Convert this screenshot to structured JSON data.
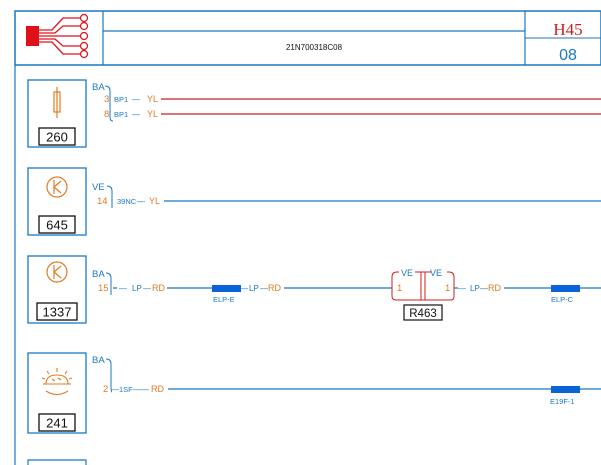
{
  "header": {
    "code": "H45",
    "sheet": "08",
    "reference": "21N700318C08"
  },
  "components": [
    {
      "id": "260",
      "icon": "fuse-icon",
      "connector": "BA",
      "wires": [
        {
          "pin": "3",
          "segments": [
            {
              "a": "BP1",
              "b": "YL"
            }
          ]
        },
        {
          "pin": "8",
          "segments": [
            {
              "a": "BP1",
              "b": "YL"
            }
          ]
        }
      ]
    },
    {
      "id": "645",
      "icon": "lamp-icon",
      "connector": "VE",
      "wires": [
        {
          "pin": "14",
          "segments": [
            {
              "a": "39NC",
              "b": "YL"
            }
          ]
        }
      ]
    },
    {
      "id": "1337",
      "icon": "lamp-icon",
      "connector": "BA",
      "wires": [
        {
          "pin": "15",
          "segments": [
            {
              "a": "LP",
              "b": "RD"
            },
            {
              "a": "LP",
              "b": "RD"
            },
            {
              "a": "LP",
              "b": "RD"
            }
          ]
        }
      ]
    },
    {
      "id": "241",
      "icon": "sun-lamp-icon",
      "connector": "BA",
      "wires": [
        {
          "pin": "2",
          "segments": [
            {
              "a": "1SF",
              "b": "RD"
            }
          ]
        }
      ]
    }
  ],
  "splices": [
    "ELP-E",
    "ELP-C",
    "E19F-1"
  ],
  "relay_block": {
    "id": "R463",
    "left_connector": "VE",
    "right_connector": "VE",
    "left_pin": "1",
    "right_pin": "1"
  },
  "colors": {
    "wire_red": "#cc1f1f",
    "wire_blue": "#1a78c2",
    "splice": "#0a64d8",
    "label_orange": "#e07b22",
    "frame_blue": "#1a78c2",
    "harness_red": "#e0101a"
  }
}
